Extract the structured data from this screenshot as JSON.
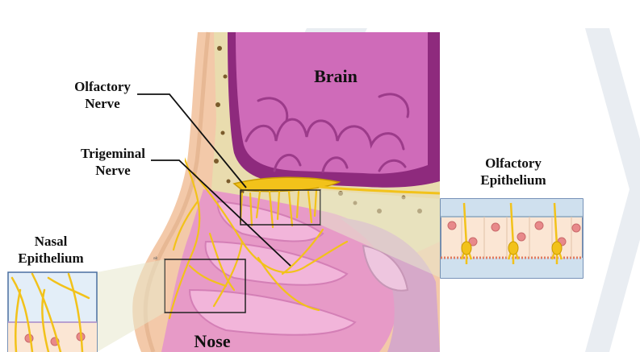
{
  "labels": {
    "brain": "Brain",
    "nose": "Nose",
    "olfactory_nerve": [
      "Olfactory",
      "Nerve"
    ],
    "trigeminal_nerve": [
      "Trigeminal",
      "Nerve"
    ],
    "olfactory_epithelium": [
      "Olfactory",
      "Epithelium"
    ],
    "nasal_epithelium": [
      "Nasal",
      "Epithelium"
    ]
  },
  "colors": {
    "brain_outer": "#8e2a7d",
    "brain_inner": "#cf6bb9",
    "nasal_tissue": "#e79ac7",
    "bone": "#e9dcae",
    "nerve": "#f2c21a",
    "skin": "#f3c9a9",
    "inset_border": "#4a6fa0"
  }
}
